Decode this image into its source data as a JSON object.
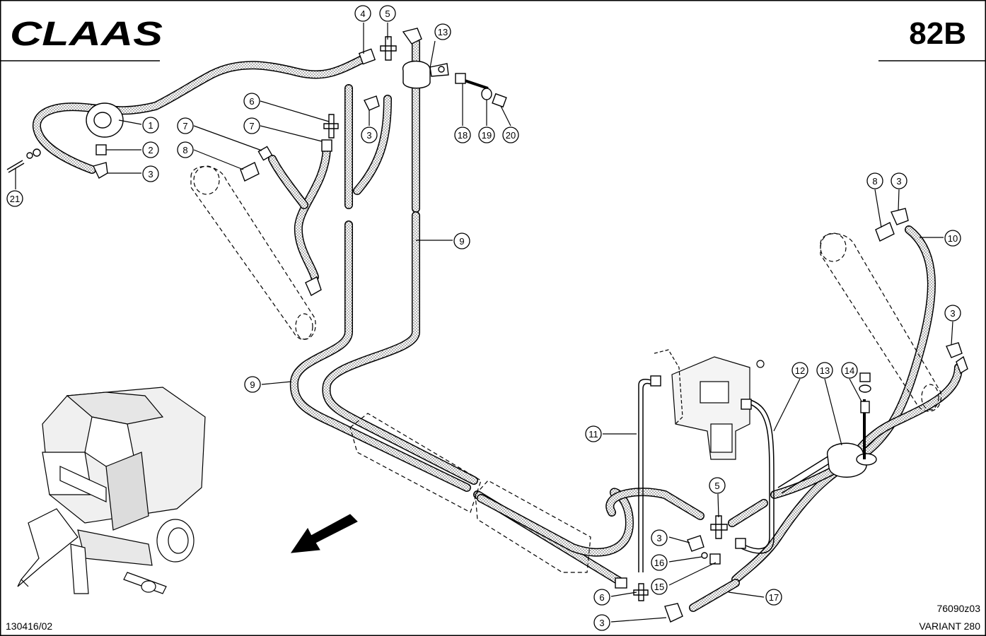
{
  "header": {
    "brand": "CLAAS",
    "page_code": "82B"
  },
  "footer": {
    "doc_number": "130416/02",
    "figure_code": "76090z03",
    "model": "VARIANT 280"
  },
  "callouts": [
    {
      "id": "c1",
      "label": "1"
    },
    {
      "id": "c2",
      "label": "2"
    },
    {
      "id": "c3a",
      "label": "3"
    },
    {
      "id": "c21",
      "label": "21"
    },
    {
      "id": "c4",
      "label": "4"
    },
    {
      "id": "c5a",
      "label": "5"
    },
    {
      "id": "c13a",
      "label": "13"
    },
    {
      "id": "c6a",
      "label": "6"
    },
    {
      "id": "c3b",
      "label": "3"
    },
    {
      "id": "c7a",
      "label": "7"
    },
    {
      "id": "c7b",
      "label": "7"
    },
    {
      "id": "c8a",
      "label": "8"
    },
    {
      "id": "c18",
      "label": "18"
    },
    {
      "id": "c19",
      "label": "19"
    },
    {
      "id": "c20",
      "label": "20"
    },
    {
      "id": "c9a",
      "label": "9"
    },
    {
      "id": "c9b",
      "label": "9"
    },
    {
      "id": "c8b",
      "label": "8"
    },
    {
      "id": "c3c",
      "label": "3"
    },
    {
      "id": "c10",
      "label": "10"
    },
    {
      "id": "c3d",
      "label": "3"
    },
    {
      "id": "c11",
      "label": "11"
    },
    {
      "id": "c12",
      "label": "12"
    },
    {
      "id": "c13b",
      "label": "13"
    },
    {
      "id": "c14",
      "label": "14"
    },
    {
      "id": "c5b",
      "label": "5"
    },
    {
      "id": "c3e",
      "label": "3"
    },
    {
      "id": "c16",
      "label": "16"
    },
    {
      "id": "c15",
      "label": "15"
    },
    {
      "id": "c6b",
      "label": "6"
    },
    {
      "id": "c3f",
      "label": "3"
    },
    {
      "id": "c17",
      "label": "17"
    }
  ],
  "colors": {
    "ink": "#000000",
    "paper": "#ffffff",
    "hose_fill": "#d8d8d8"
  }
}
